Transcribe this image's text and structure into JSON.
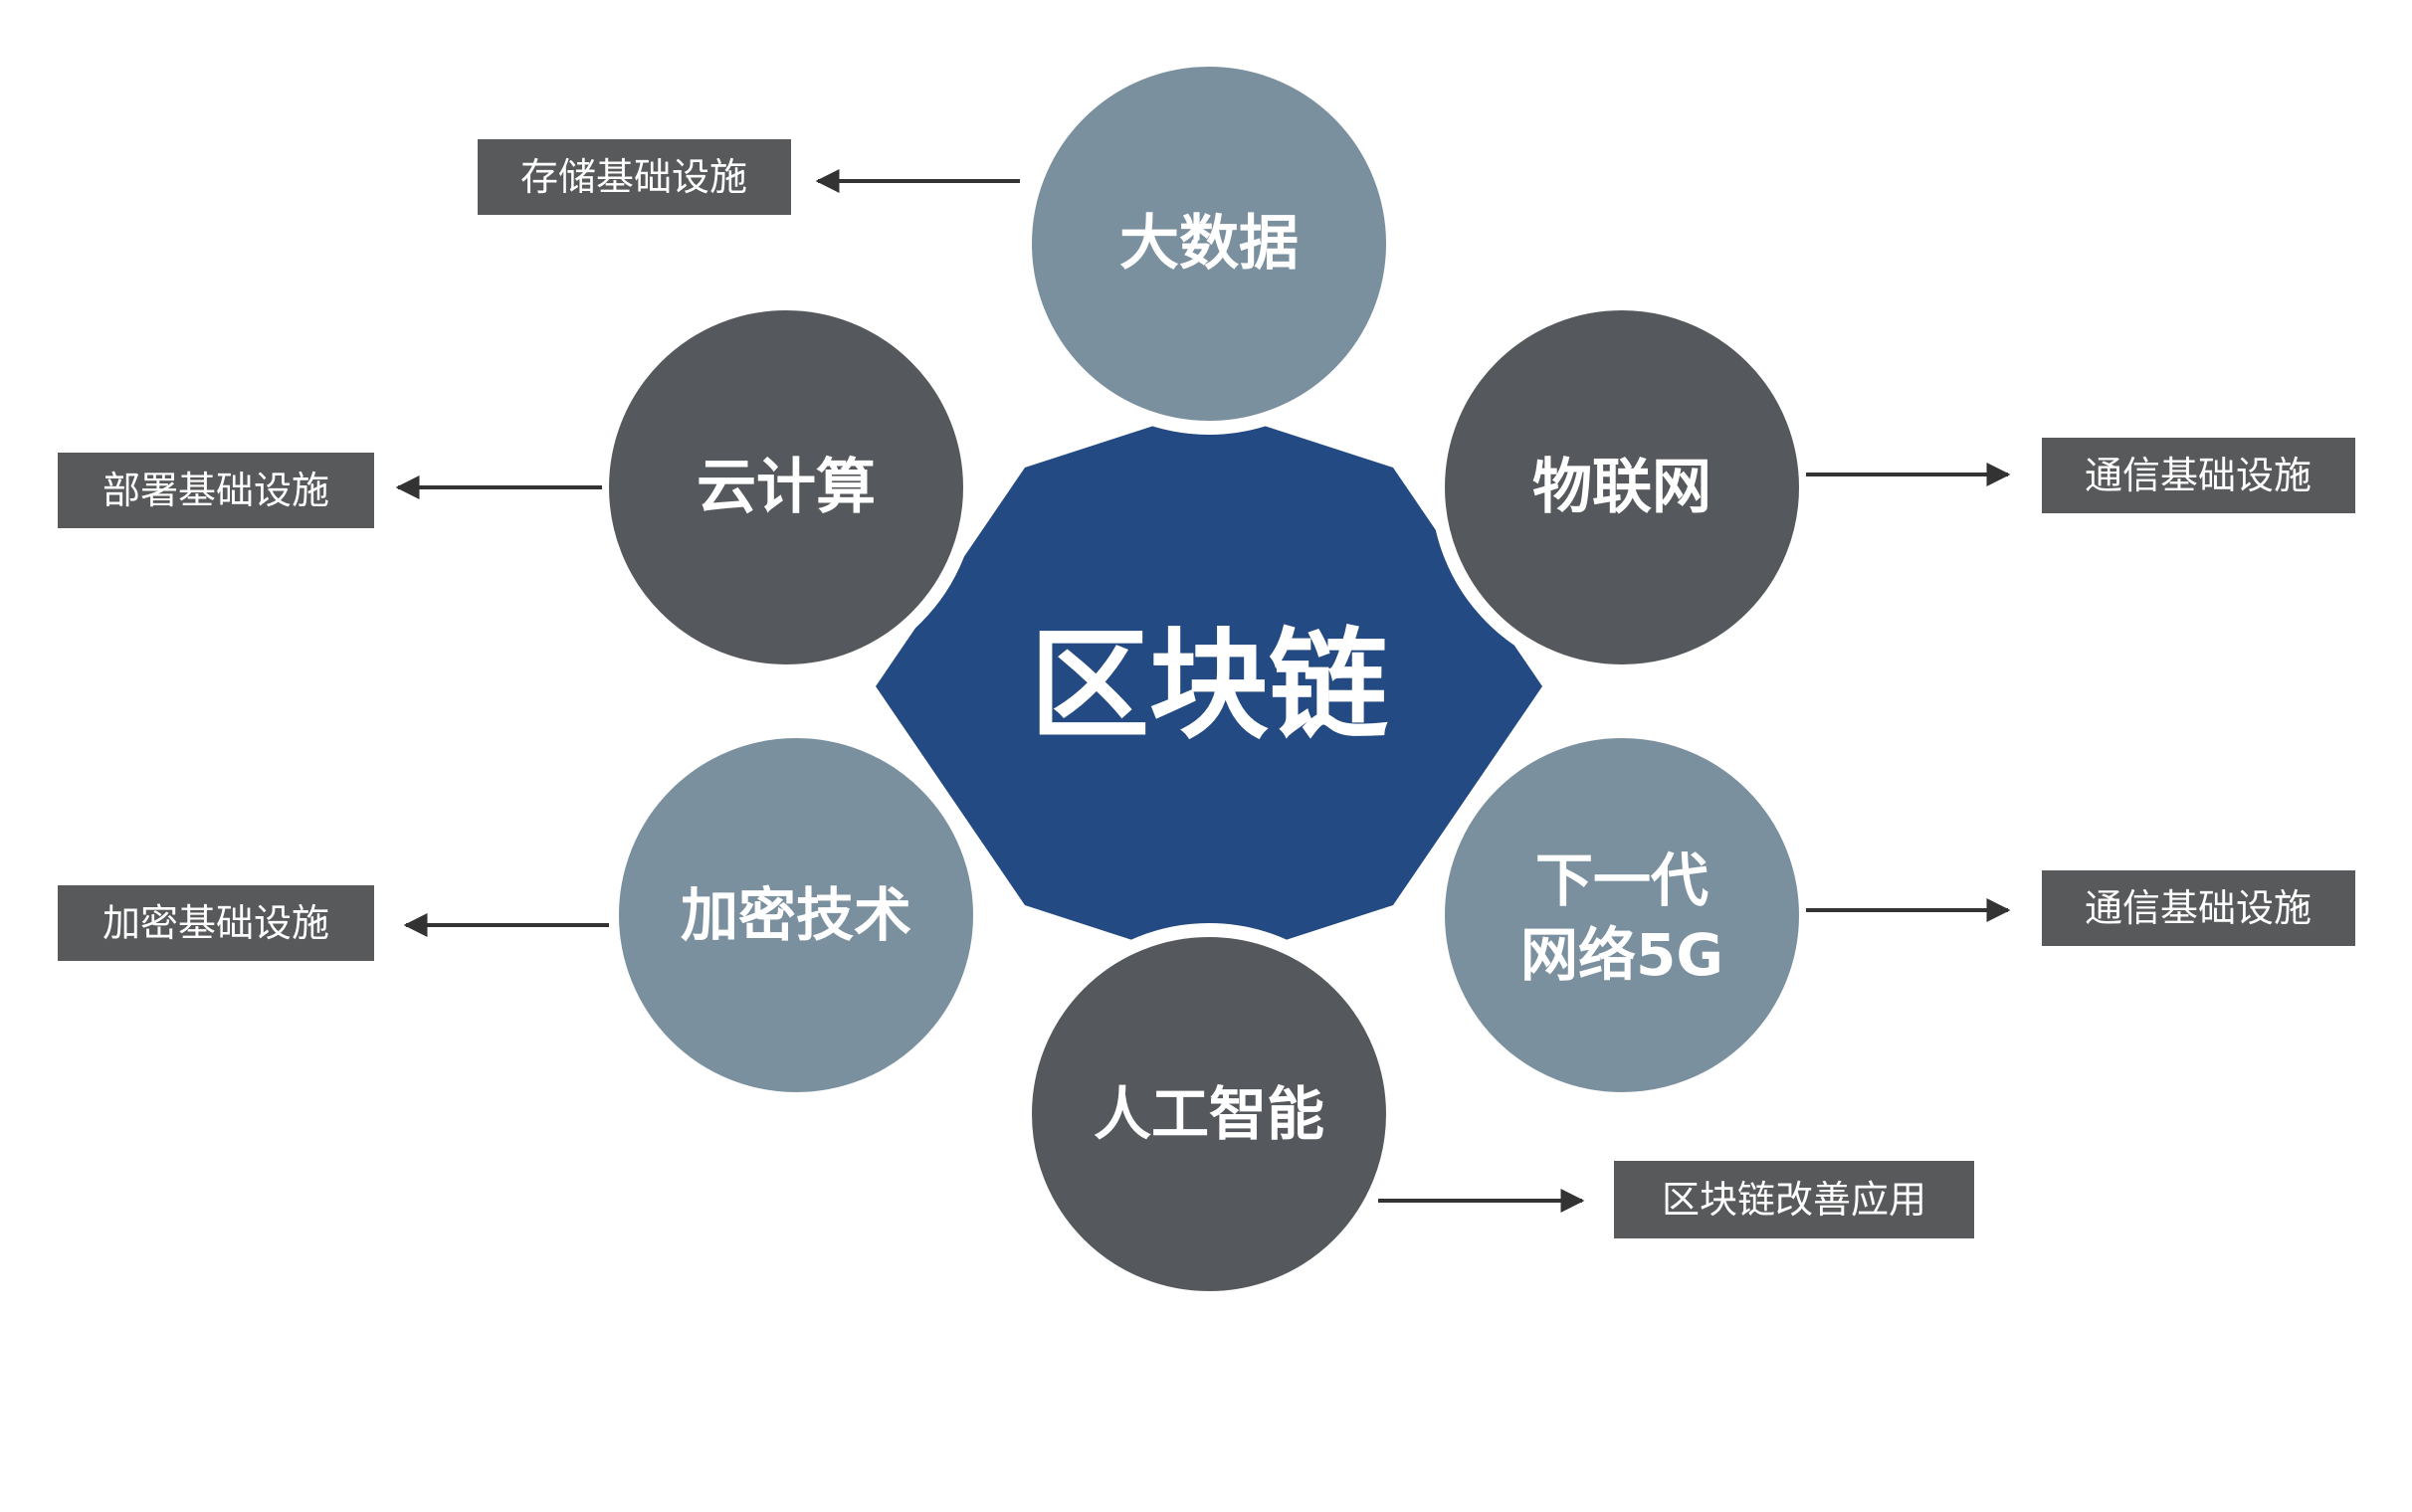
{
  "center": {
    "label": "区块链",
    "color": "#234a82"
  },
  "nodes": [
    {
      "id": "big-data",
      "label": "大数据",
      "color": "#7b909f"
    },
    {
      "id": "cloud-computing",
      "label": "云计算",
      "color": "#55585c"
    },
    {
      "id": "iot",
      "label": "物联网",
      "color": "#55585c"
    },
    {
      "id": "encryption",
      "label": "加密技术",
      "color": "#7b909f"
    },
    {
      "id": "next-gen-network",
      "lines": [
        "下一代",
        "网络5G"
      ],
      "color": "#7b909f"
    },
    {
      "id": "ai",
      "label": "人工智能",
      "color": "#55585c"
    }
  ],
  "labels": [
    {
      "id": "storage-infra",
      "text": "存储基础设施"
    },
    {
      "id": "deploy-infra",
      "text": "部署基础设施"
    },
    {
      "id": "comm-infra-1",
      "text": "通信基础设施"
    },
    {
      "id": "crypto-infra",
      "text": "加密基础设施"
    },
    {
      "id": "comm-infra-2",
      "text": "通信基础设施"
    },
    {
      "id": "blockchain-apps",
      "text": "区块链改善应用"
    }
  ],
  "colors": {
    "label_box": "#58595b",
    "arrow": "#333333",
    "node_border": "#ffffff"
  }
}
